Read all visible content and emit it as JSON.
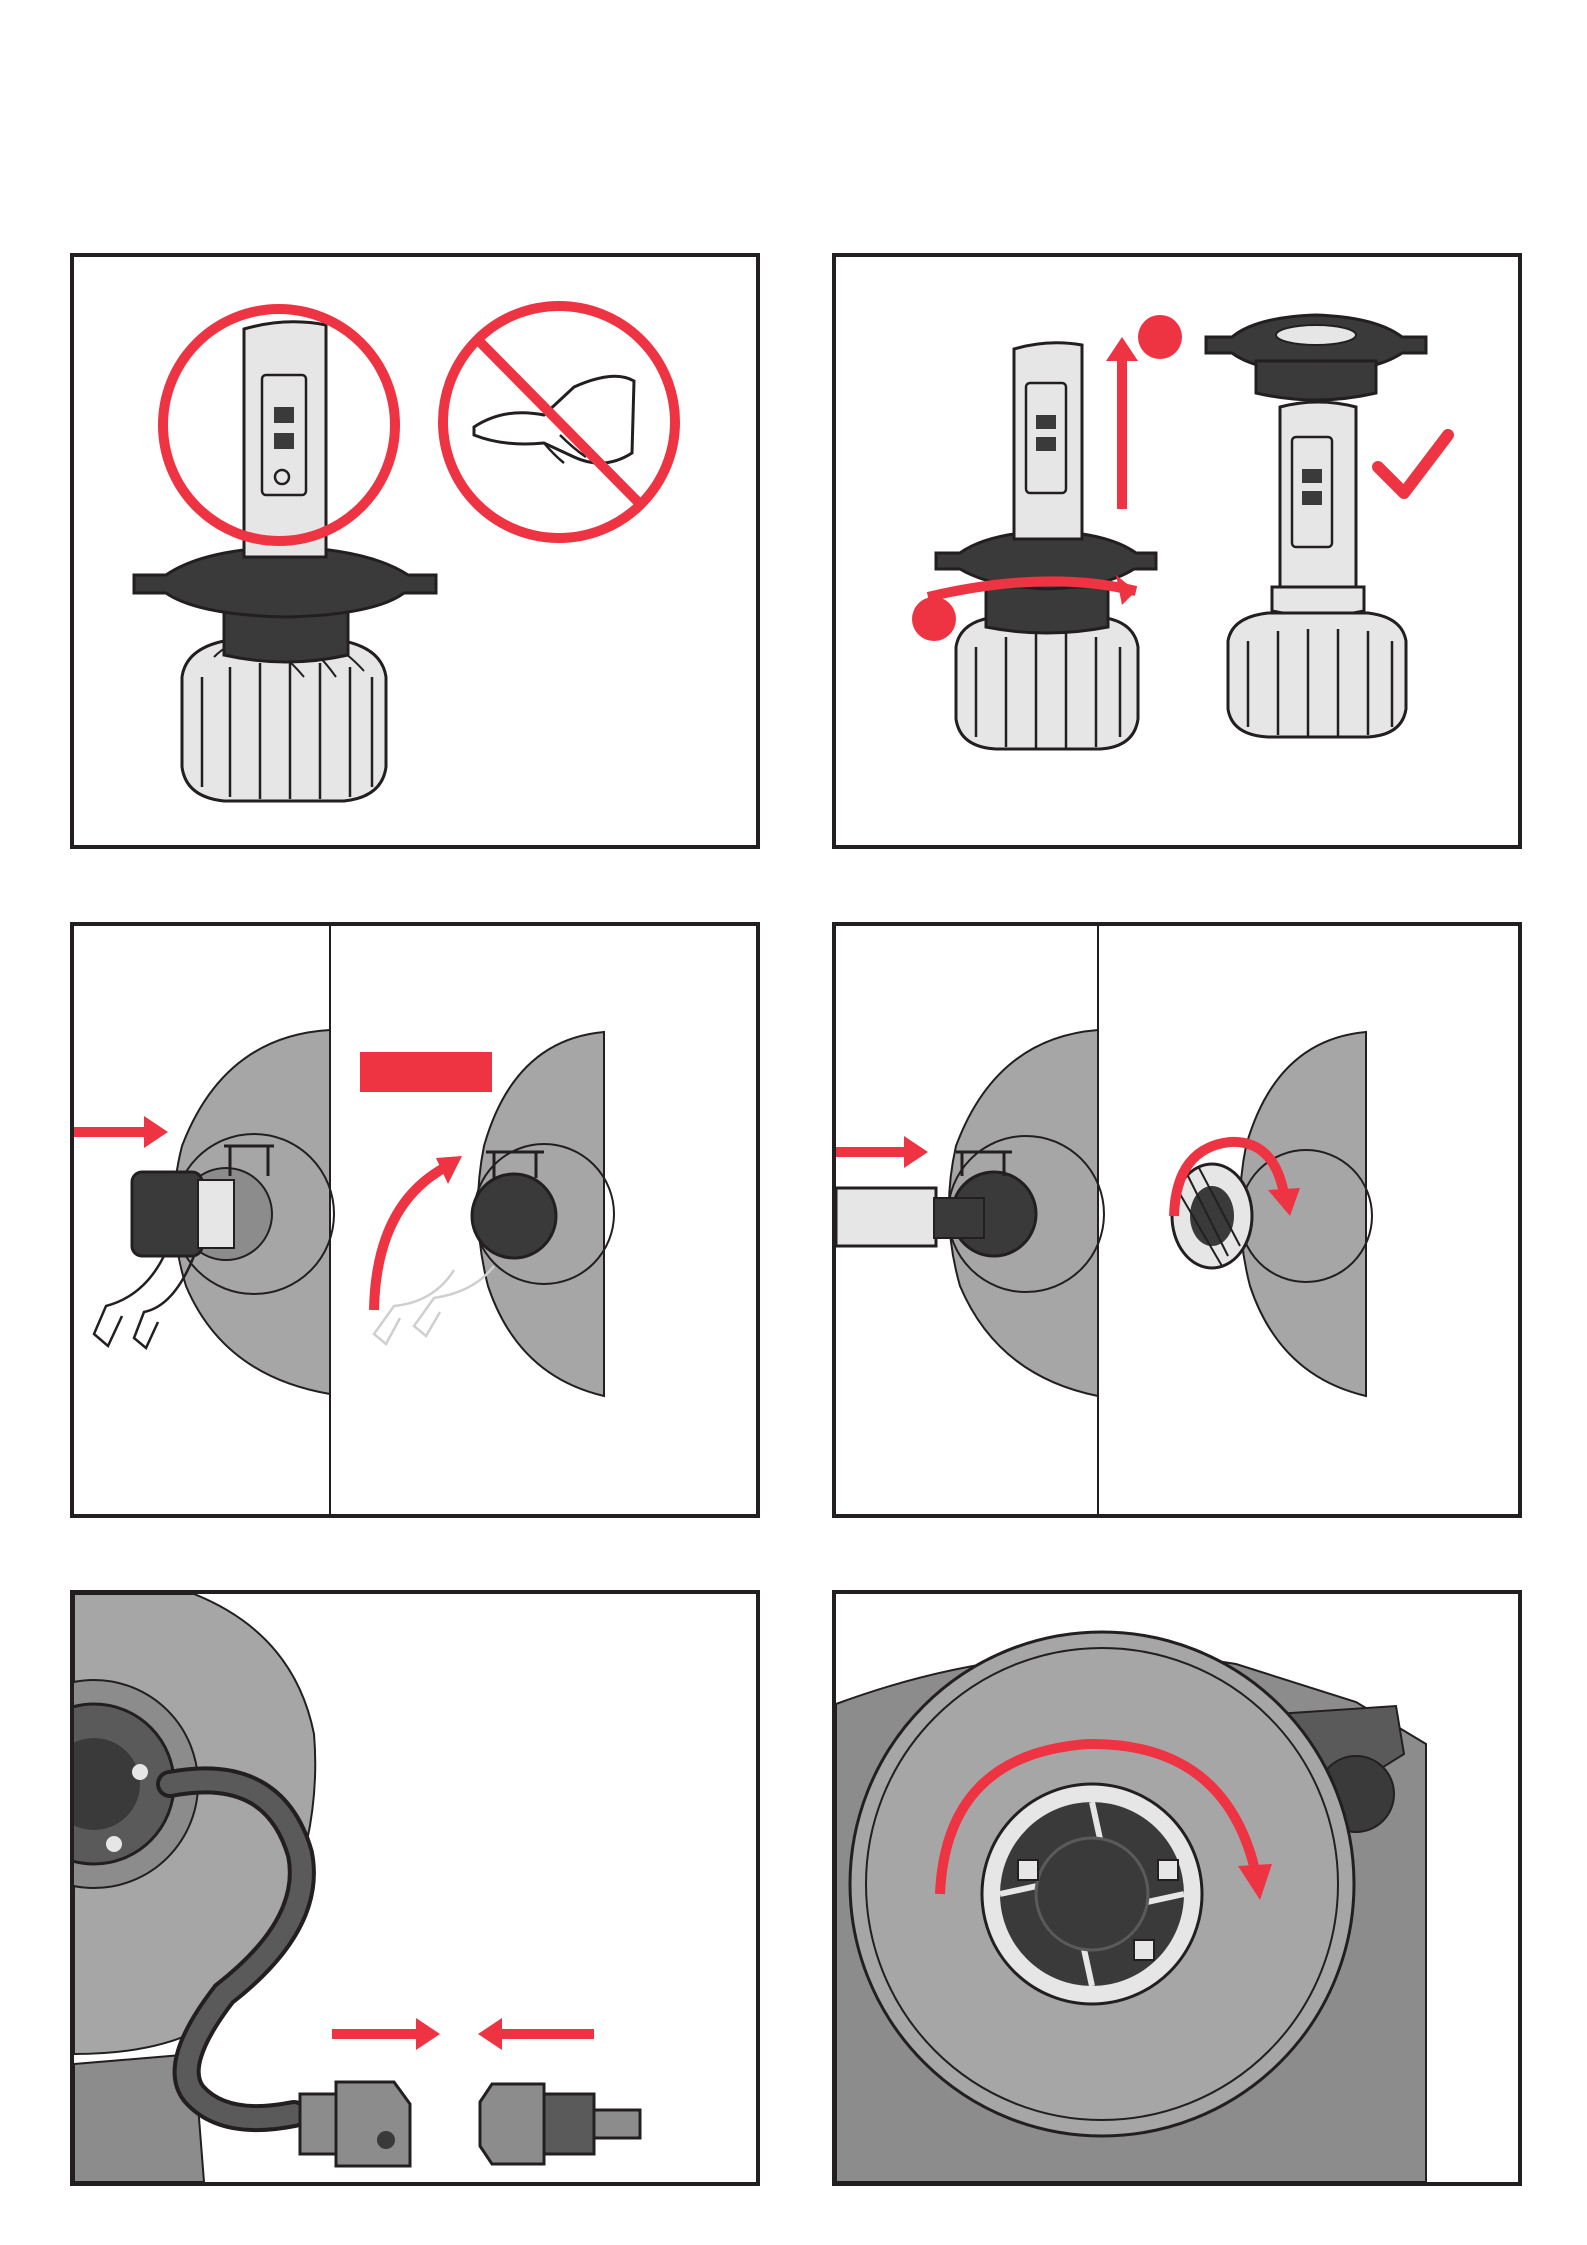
{
  "colors": {
    "accent_red": "#ee3342",
    "outline": "#231f20",
    "metal_light": "#e6e6e6",
    "metal_dark": "#3a3a3a",
    "grey_surface": "#a6a6a6",
    "grey_mid": "#8c8c8c",
    "grey_dark": "#5a5a5a"
  },
  "steps": [
    {
      "id": "step-1",
      "icons": [
        "no-touch-chip-icon",
        "no-touch-hand-icon"
      ]
    },
    {
      "id": "step-2",
      "icons": [
        "rotate-arrow-icon",
        "lift-arrow-icon",
        "check-mark-icon"
      ]
    },
    {
      "id": "step-3",
      "icons": [
        "insert-arrow-icon",
        "curved-arrow-icon"
      ]
    },
    {
      "id": "step-4",
      "icons": [
        "insert-arrow-icon",
        "rotate-arrow-icon"
      ]
    },
    {
      "id": "step-5",
      "icons": [
        "connect-arrow-right-icon",
        "connect-arrow-left-icon"
      ]
    },
    {
      "id": "step-6",
      "icons": [
        "rotate-cap-arrow-icon"
      ]
    }
  ]
}
